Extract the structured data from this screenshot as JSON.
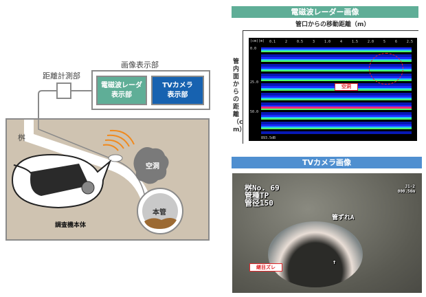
{
  "left": {
    "display_unit_label": "画像表示部",
    "distance_unit_label": "距離計測部",
    "radar_display": [
      "電磁波レーダ",
      "表示部"
    ],
    "tv_display": [
      "TVカメラ",
      "表示部"
    ],
    "catch_basin_label": "桝",
    "cavity_label": "空洞",
    "main_pipe_label": "本管",
    "device_label": "調査機本体"
  },
  "radar": {
    "header": "電磁波レーダー画像",
    "x_axis_title": "管口からの移動距離（m）",
    "y_axis_title": "管内面からの距離（cm）",
    "x_ticks": [
      "0.1",
      "2",
      "0.5",
      "3",
      "1.0",
      "4",
      "1.5",
      "2.0",
      "5",
      "6",
      "2.5"
    ],
    "y_ticks": [
      "0.0",
      "25.0",
      "50.0"
    ],
    "units": "(cm)(m)",
    "footer": "893.5dB",
    "callout": "空洞",
    "header_color": "#5fae97"
  },
  "tv": {
    "header": "TVカメラ画像",
    "osd_left": [
      "桝No. 69",
      "管種TP",
      "管径150"
    ],
    "osd_right": [
      "J1-2",
      "000.56m"
    ],
    "osd_center": "管ずれA",
    "callout": "継目ズレ",
    "header_color": "#4f8fd0"
  }
}
